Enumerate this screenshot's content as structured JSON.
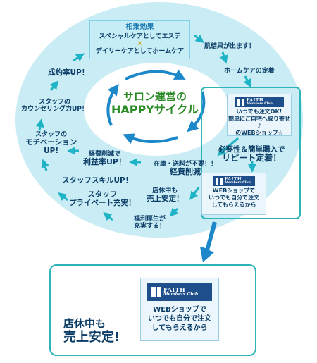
{
  "synergy": {
    "title": "相乗効果",
    "line1": "スペシャルケアとしてエステ",
    "mark": "×",
    "line2": "デイリーケアとしてホームケア"
  },
  "center": {
    "line1": "サロン運営の",
    "line2": "HAPPYサイクル"
  },
  "cycle": {
    "skin_result": "肌結果が出ます！",
    "home_care": "ホームケアの定着",
    "repeat_line1": "必要性＆簡単購入で",
    "repeat_line2": "リピート定着！",
    "inventory_line1": "在庫・送料が不要！！",
    "inventory_line2": "経費削減",
    "profit_line1": "経費削減で",
    "profit_line2": "利益率UP！",
    "closed_line1": "店休中も",
    "closed_line2": "売上安定！",
    "welfare_line1": "福利厚生が",
    "welfare_line2": "充実する！",
    "private_line1": "スタッフ",
    "private_line2": "プライベート充実！",
    "skill": "スタッフスキルUP！",
    "motivation_line1": "スタッフの",
    "motivation_line2": "モチベーション",
    "motivation_line3": "UP!",
    "counseling_line1": "スタッフの",
    "counseling_line2": "カウンセリング力UP！",
    "conversion": "成約率UP！"
  },
  "card1": {
    "brand": "FAITH",
    "brand_sub": "Members Club",
    "line1": "いつでも注文OK!",
    "line2": "簡単にご自宅へ取り寄せ♪",
    "line3": "のWEBショップ☆"
  },
  "card2": {
    "brand": "FAITH",
    "brand_sub": "Members Club",
    "line1": "WEBショップで",
    "line2": "いつでも自分で注文",
    "line3": "してもらえるから"
  },
  "zoom": {
    "brand": "FAITH",
    "brand_sub": "Members Club",
    "line1": "WEBショップで",
    "line2": "いつでも自分で注文",
    "line3": "してもらえるから",
    "sales_line1": "店休中も",
    "sales_line2": "売上安定!"
  },
  "colors": {
    "outer_fill": "#c9ecf5",
    "inner_fill": "#ffffff",
    "arrow": "#1fb3c6",
    "center_ring": "#1c87c9",
    "title_green": "#2a8a25",
    "text_navy": "#0b3d67",
    "logo_navy": "#1f4f8a",
    "frame_teal": "#2db3b8"
  },
  "icons": {
    "cycle_arrow": "arrow-icon",
    "brand_mark": "gift-box-icon"
  }
}
